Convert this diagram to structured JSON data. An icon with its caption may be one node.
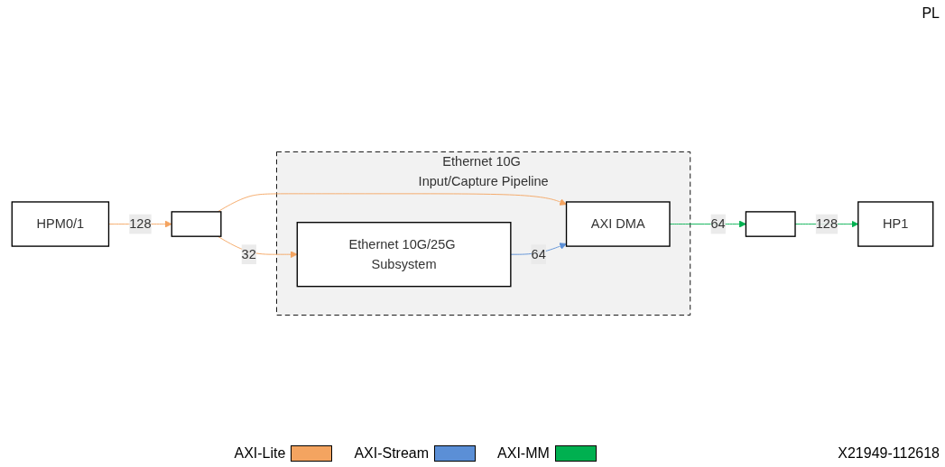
{
  "diagram": {
    "nodes": [
      {
        "text": [
          "Ethernet 10G Input/Capture Pipeline"
        ]
      },
      {
        "text": [
          "Ethernet 10G/25G Subsystem"
        ],
        "in": 0
      },
      {
        "text": [
          "AXI DMA"
        ],
        "in": 0
      },
      {
        "text": [],
        "shape": "box"
      },
      {
        "text": [
          "HPM0/1"
        ]
      },
      {
        "text": [],
        "shape": "box"
      },
      {
        "text": [
          "HP1"
        ]
      }
    ],
    "edges": [
      {
        "from": 4,
        "to": 3,
        "arrow": "to",
        "label": "128",
        "color": "#f4a460"
      },
      {
        "from": 3,
        "to": 1,
        "arrow": "to",
        "label": "32",
        "color": "#f4a460"
      },
      {
        "from": 3,
        "to": 2,
        "arrow": "to",
        "color": "#f4a460"
      },
      {
        "from": 1,
        "to": 2,
        "arrow": "to",
        "label": "64",
        "color": "#5b8fd6"
      },
      {
        "from": 2,
        "to": 5,
        "arrow": "to",
        "label": "64",
        "color": "#00b050"
      },
      {
        "from": 5,
        "to": 6,
        "arrow": "to",
        "label": "128",
        "color": "#00b050"
      }
    ],
    "labels": [
      "PL",
      "X21949-112618"
    ],
    "legend": [
      {
        "text": "AXI-Lite",
        "color": "#f4a460"
      },
      {
        "text": "AXI-Stream",
        "color": "#5b8fd6"
      },
      {
        "text": "AXI-MM",
        "color": "#00b050"
      }
    ]
  }
}
